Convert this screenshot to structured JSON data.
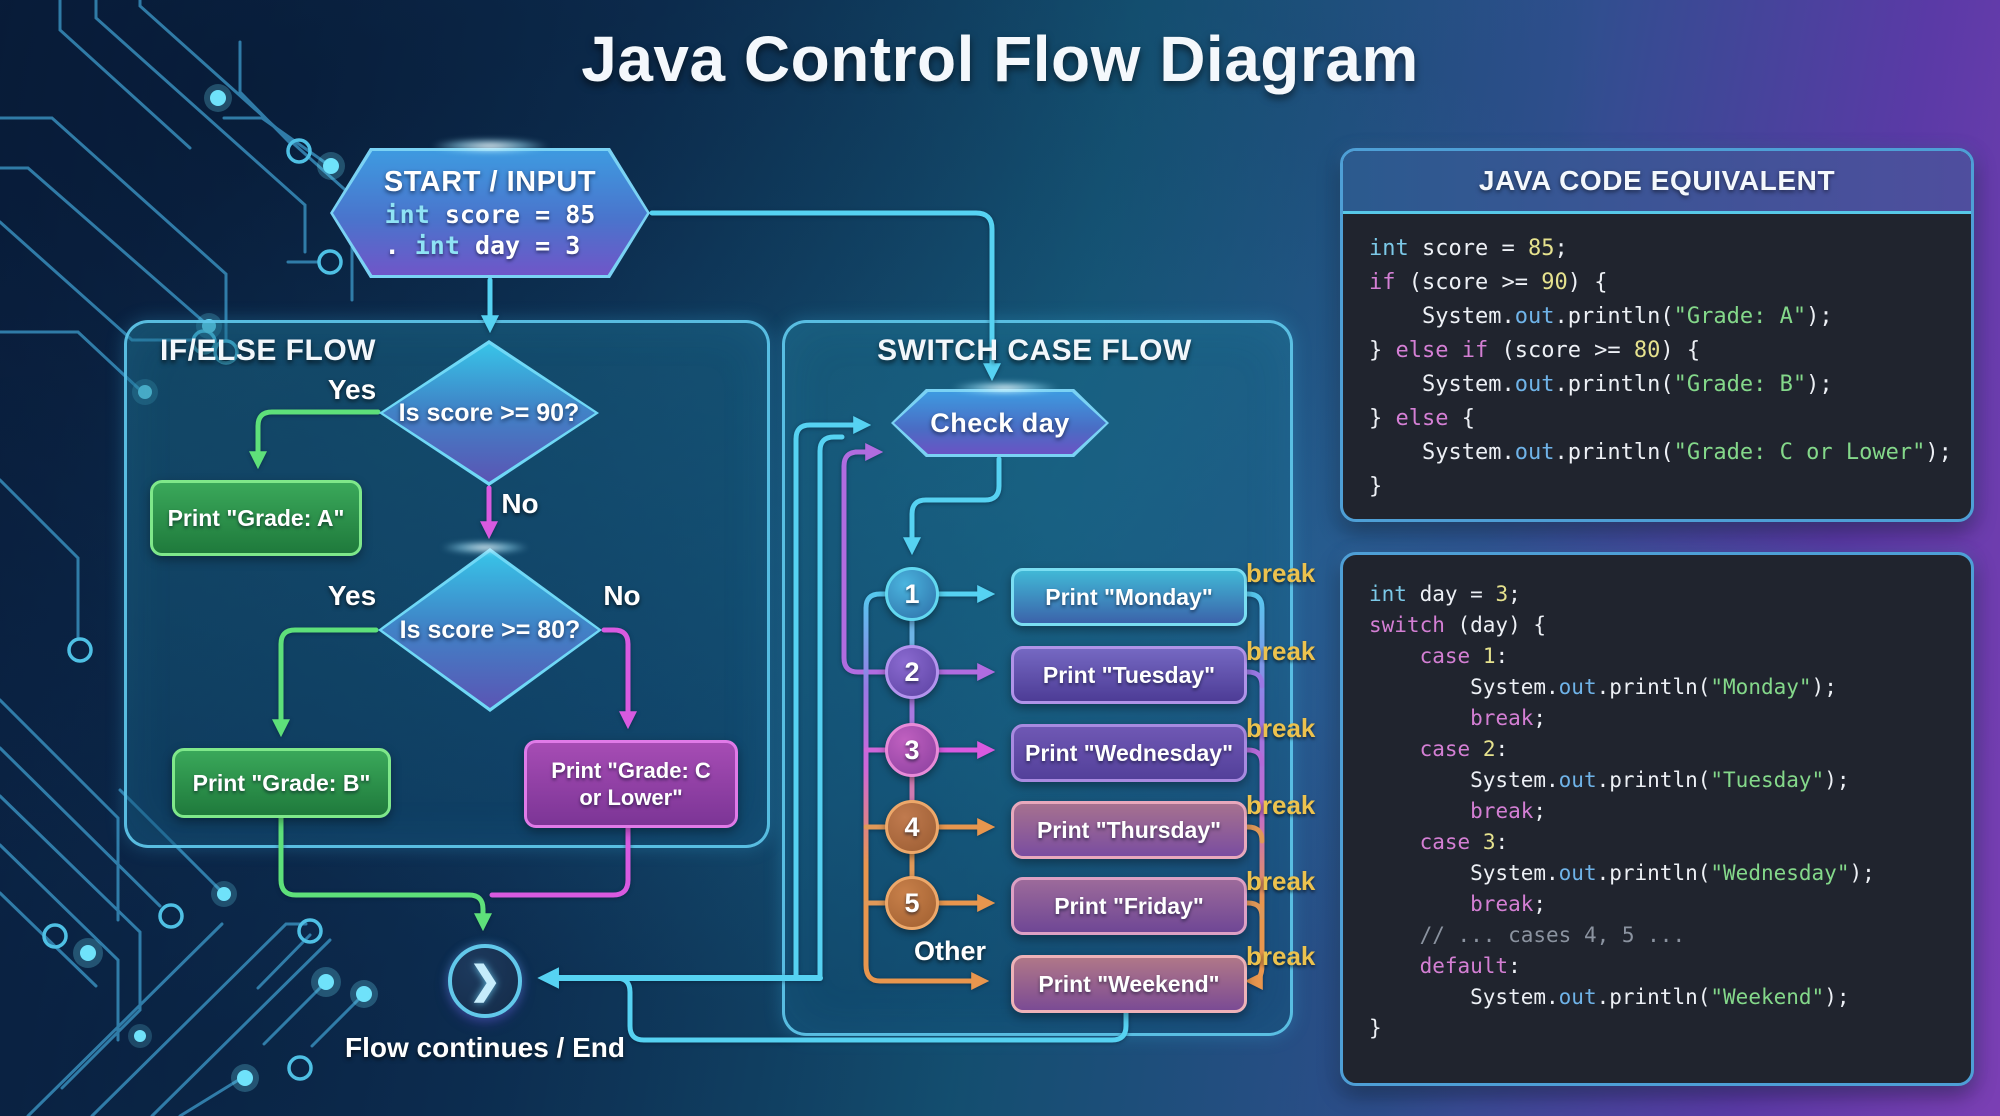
{
  "title": "Java Control Flow Diagram",
  "colors": {
    "accent_cyan": "#56d2f2",
    "accent_green": "#5ee07a",
    "accent_magenta": "#d85ae0",
    "accent_purple": "#b06ce0",
    "accent_orange": "#e8964e",
    "break_yellow": "#ecc24e"
  },
  "start": {
    "header": "START / INPUT",
    "code_lines": [
      [
        [
          "int",
          "type"
        ],
        [
          " score = 85",
          "plain"
        ]
      ],
      [
        [
          ". ",
          "plain"
        ],
        [
          "int",
          "type"
        ],
        [
          " day = 3",
          "plain"
        ]
      ]
    ]
  },
  "if_else": {
    "panel_title": "IF/ELSE FLOW",
    "diamond1": "Is score >= 90?",
    "diamond2": "Is score >= 80?",
    "yes1": "Yes",
    "no1": "No",
    "yes2": "Yes",
    "no2": "No",
    "print_a": "Print \"Grade: A\"",
    "print_b": "Print \"Grade: B\"",
    "print_c_line1": "Print \"Grade: C",
    "print_c_line2": "or Lower\"",
    "end_label": "Flow continues / End"
  },
  "switch_flow": {
    "panel_title": "SWITCH CASE FLOW",
    "hexagon_label": "Check day",
    "other_label": "Other",
    "cases": [
      {
        "num": "1",
        "label": "Print \"Monday\"",
        "brk": "break"
      },
      {
        "num": "2",
        "label": "Print \"Tuesday\"",
        "brk": "break"
      },
      {
        "num": "3",
        "label": "Print \"Wednesday\"",
        "brk": "break"
      },
      {
        "num": "4",
        "label": "Print \"Thursday\"",
        "brk": "break"
      },
      {
        "num": "5",
        "label": "Print \"Friday\"",
        "brk": "break"
      },
      {
        "num": "",
        "label": "Print \"Weekend\"",
        "brk": "break"
      }
    ]
  },
  "code1": {
    "panel_title": "JAVA CODE EQUIVALENT",
    "lines": [
      [
        [
          "int",
          "type"
        ],
        [
          " score = ",
          "plain"
        ],
        [
          "85",
          "num"
        ],
        [
          ";",
          "plain"
        ]
      ],
      [
        [
          "if",
          "kw"
        ],
        [
          " (score >= ",
          "plain"
        ],
        [
          "90",
          "num"
        ],
        [
          ") {",
          "plain"
        ]
      ],
      [
        [
          "    System.",
          "plain"
        ],
        [
          "out",
          "out"
        ],
        [
          ".println(",
          "plain"
        ],
        [
          "\"Grade: A\"",
          "str"
        ],
        [
          ");",
          "plain"
        ]
      ],
      [
        [
          "} ",
          "plain"
        ],
        [
          "else if",
          "kw"
        ],
        [
          " (score >= ",
          "plain"
        ],
        [
          "80",
          "num"
        ],
        [
          ") {",
          "plain"
        ]
      ],
      [
        [
          "    System.",
          "plain"
        ],
        [
          "out",
          "out"
        ],
        [
          ".println(",
          "plain"
        ],
        [
          "\"Grade: B\"",
          "str"
        ],
        [
          ");",
          "plain"
        ]
      ],
      [
        [
          "} ",
          "plain"
        ],
        [
          "else",
          "kw"
        ],
        [
          " {",
          "plain"
        ]
      ],
      [
        [
          "    System.",
          "plain"
        ],
        [
          "out",
          "out"
        ],
        [
          ".println(",
          "plain"
        ],
        [
          "\"Grade: C or Lower\"",
          "str"
        ],
        [
          ");",
          "plain"
        ]
      ],
      [
        [
          "}",
          "plain"
        ]
      ]
    ]
  },
  "code2": {
    "lines": [
      [
        [
          "int",
          "type"
        ],
        [
          " day = ",
          "plain"
        ],
        [
          "3",
          "num"
        ],
        [
          ";",
          "plain"
        ]
      ],
      [
        [
          "switch",
          "kw"
        ],
        [
          " (day) {",
          "plain"
        ]
      ],
      [
        [
          "    ",
          "plain"
        ],
        [
          "case",
          "kw"
        ],
        [
          " ",
          "plain"
        ],
        [
          "1",
          "num"
        ],
        [
          ":",
          "plain"
        ]
      ],
      [
        [
          "        System.",
          "plain"
        ],
        [
          "out",
          "out"
        ],
        [
          ".println(",
          "plain"
        ],
        [
          "\"Monday\"",
          "str"
        ],
        [
          ");",
          "plain"
        ]
      ],
      [
        [
          "        ",
          "plain"
        ],
        [
          "break",
          "kw"
        ],
        [
          ";",
          "plain"
        ]
      ],
      [
        [
          "    ",
          "plain"
        ],
        [
          "case",
          "kw"
        ],
        [
          " ",
          "plain"
        ],
        [
          "2",
          "num"
        ],
        [
          ":",
          "plain"
        ]
      ],
      [
        [
          "        System.",
          "plain"
        ],
        [
          "out",
          "out"
        ],
        [
          ".println(",
          "plain"
        ],
        [
          "\"Tuesday\"",
          "str"
        ],
        [
          ");",
          "plain"
        ]
      ],
      [
        [
          "        ",
          "plain"
        ],
        [
          "break",
          "kw"
        ],
        [
          ";",
          "plain"
        ]
      ],
      [
        [
          "    ",
          "plain"
        ],
        [
          "case",
          "kw"
        ],
        [
          " ",
          "plain"
        ],
        [
          "3",
          "num"
        ],
        [
          ":",
          "plain"
        ]
      ],
      [
        [
          "        System.",
          "plain"
        ],
        [
          "out",
          "out"
        ],
        [
          ".println(",
          "plain"
        ],
        [
          "\"Wednesday\"",
          "str"
        ],
        [
          ");",
          "plain"
        ]
      ],
      [
        [
          "        ",
          "plain"
        ],
        [
          "break",
          "kw"
        ],
        [
          ";",
          "plain"
        ]
      ],
      [
        [
          "    ",
          "plain"
        ],
        [
          "// ... cases 4, 5 ...",
          "comment"
        ]
      ],
      [
        [
          "    ",
          "plain"
        ],
        [
          "default",
          "kw"
        ],
        [
          ":",
          "plain"
        ]
      ],
      [
        [
          "        System.",
          "plain"
        ],
        [
          "out",
          "out"
        ],
        [
          ".println(",
          "plain"
        ],
        [
          "\"Weekend\"",
          "str"
        ],
        [
          ");",
          "plain"
        ]
      ],
      [
        [
          "}",
          "plain"
        ]
      ]
    ]
  }
}
